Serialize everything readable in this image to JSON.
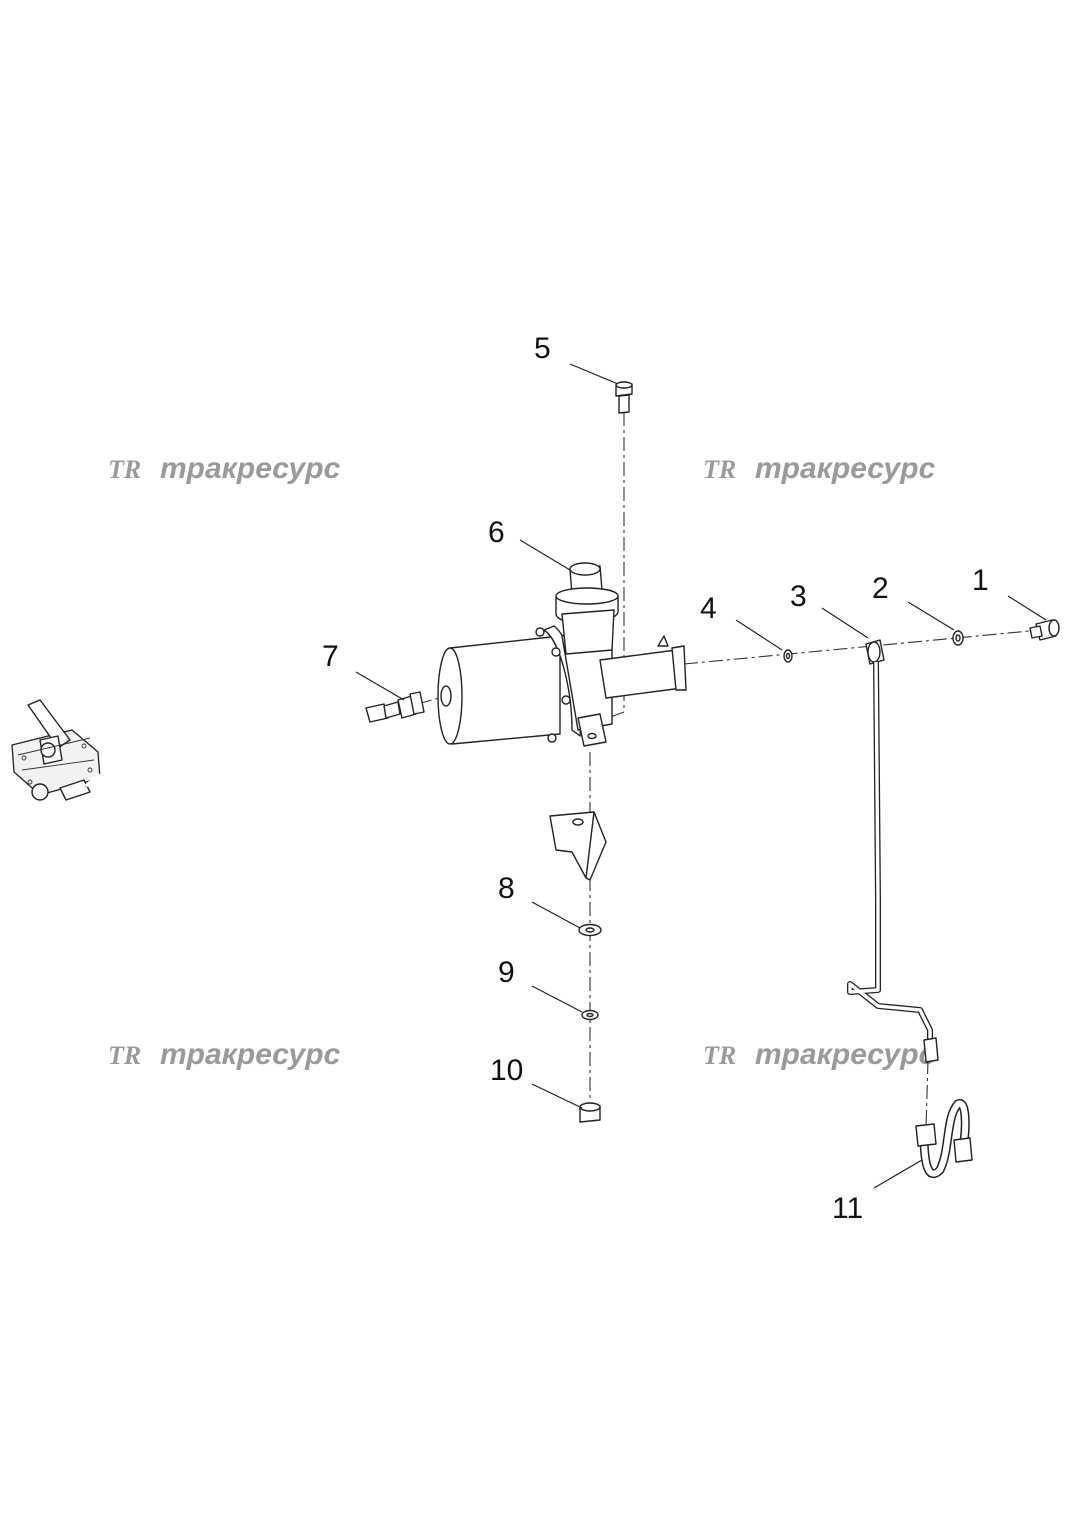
{
  "watermark": {
    "logo": "TR",
    "text": "тракресурс",
    "color": "#9a9a9a"
  },
  "callouts": [
    "1",
    "2",
    "3",
    "4",
    "5",
    "6",
    "7",
    "8",
    "9",
    "10",
    "11"
  ]
}
